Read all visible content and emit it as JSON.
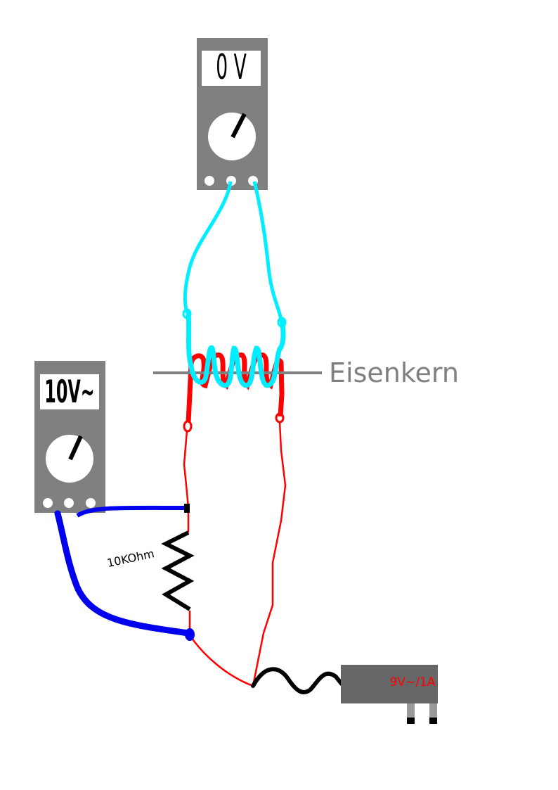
{
  "meter_top": {
    "display": "0 V",
    "body_color": "#808080"
  },
  "meter_left": {
    "display": "10V~",
    "body_color": "#808080"
  },
  "core": {
    "label": "Eisenkern",
    "color": "#808080"
  },
  "resistor": {
    "label": "10KOhm"
  },
  "power_supply": {
    "label": "9V~/1A",
    "body_color": "#666666",
    "label_color": "#ff0000"
  },
  "colors": {
    "primary_wire": "#ff0000",
    "secondary_wire": "#00eeff",
    "meter_wire": "#0000ee",
    "resistor": "#000000",
    "terminal": "#ffffff"
  },
  "icons": [
    "multimeter-icon",
    "resistor-icon",
    "coil-icon",
    "power-plug-icon"
  ]
}
